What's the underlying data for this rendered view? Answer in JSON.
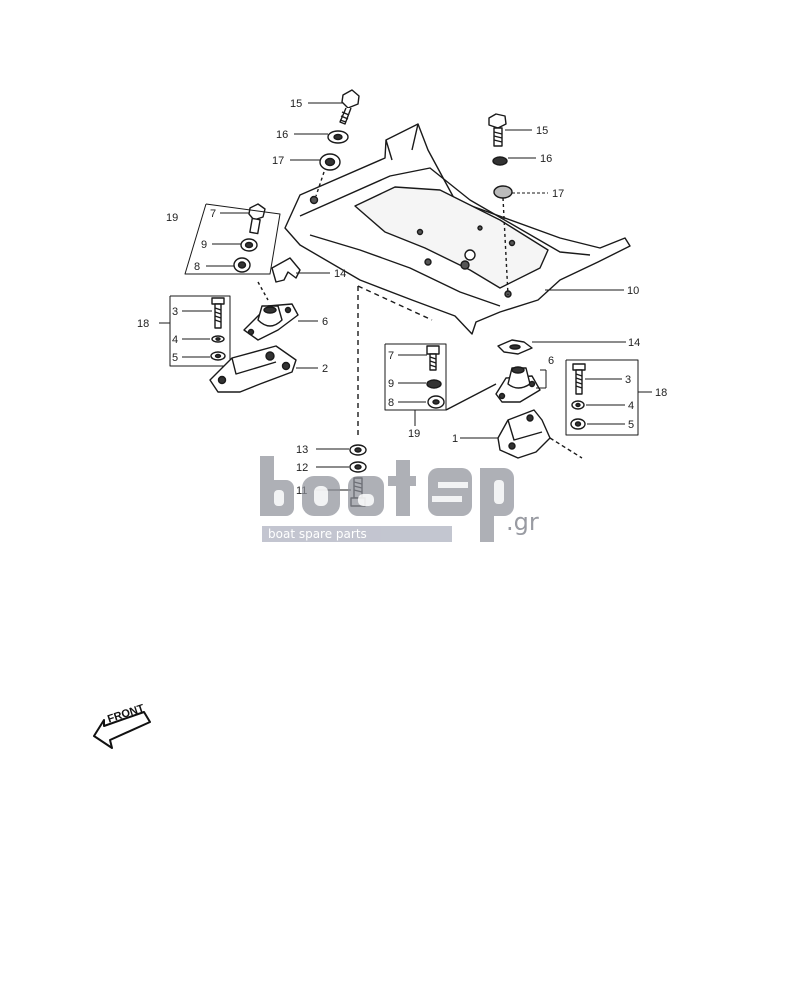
{
  "diagram": {
    "labels": {
      "l15a": "15",
      "l16a": "16",
      "l17a": "17",
      "l15b": "15",
      "l16b": "16",
      "l17b": "17",
      "l19a": "19",
      "l7a": "7",
      "l9a": "9",
      "l8a": "8",
      "l14a": "14",
      "l10": "10",
      "l18a": "18",
      "l3a": "3",
      "l4a": "4",
      "l5a": "5",
      "l6a": "6",
      "l2": "2",
      "l14b": "14",
      "l6b": "6",
      "l7b": "7",
      "l9b": "9",
      "l8b": "8",
      "l19b": "19",
      "l3b": "3",
      "l4b": "4",
      "l5b": "5",
      "l18b": "18",
      "l1": "1",
      "l13": "13",
      "l12": "12",
      "l11": "11"
    },
    "front_label": "FRONT"
  },
  "watermark": {
    "brand": "boatsp",
    "domain": ".gr",
    "tagline": "boat spare parts"
  }
}
